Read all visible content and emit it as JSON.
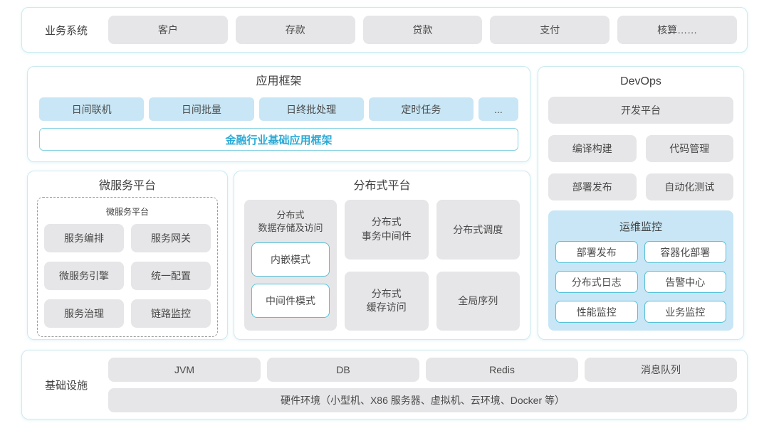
{
  "colors": {
    "panel_border": "#cdeaf0",
    "gray_box": "#e6e6e8",
    "blue_box": "#c8e6f5",
    "cyan_border": "#55c1d8",
    "accent_text": "#2baad5",
    "text": "#434343"
  },
  "business_systems": {
    "label": "业务系统",
    "items": [
      "客户",
      "存款",
      "贷款",
      "支付",
      "核算……"
    ]
  },
  "app_framework": {
    "title": "应用框架",
    "items": [
      "日间联机",
      "日间批量",
      "日终批处理",
      "定时任务",
      "..."
    ],
    "base_framework": "金融行业基础应用框架"
  },
  "microservice": {
    "title": "微服务平台",
    "inner_title": "微服务平台",
    "items": [
      "服务编排",
      "服务网关",
      "微服务引擎",
      "统一配置",
      "服务治理",
      "链路监控"
    ]
  },
  "distributed": {
    "title": "分布式平台",
    "storage": {
      "title": "分布式\n数据存储及访问",
      "modes": [
        "内嵌模式",
        "中间件模式"
      ]
    },
    "transaction": "分布式\n事务中间件",
    "scheduler": "分布式调度",
    "cache": "分布式\n缓存访问",
    "sequence": "全局序列"
  },
  "devops": {
    "title": "DevOps",
    "dev_platform": "开发平台",
    "items": [
      "编译构建",
      "代码管理",
      "部署发布",
      "自动化测试"
    ],
    "ops_monitor": {
      "title": "运维监控",
      "items": [
        "部署发布",
        "容器化部署",
        "分布式日志",
        "告警中心",
        "性能监控",
        "业务监控"
      ]
    }
  },
  "infrastructure": {
    "label": "基础设施",
    "items": [
      "JVM",
      "DB",
      "Redis",
      "消息队列"
    ],
    "hardware": "硬件环境（小型机、X86 服务器、虚拟机、云环境、Docker 等）"
  }
}
